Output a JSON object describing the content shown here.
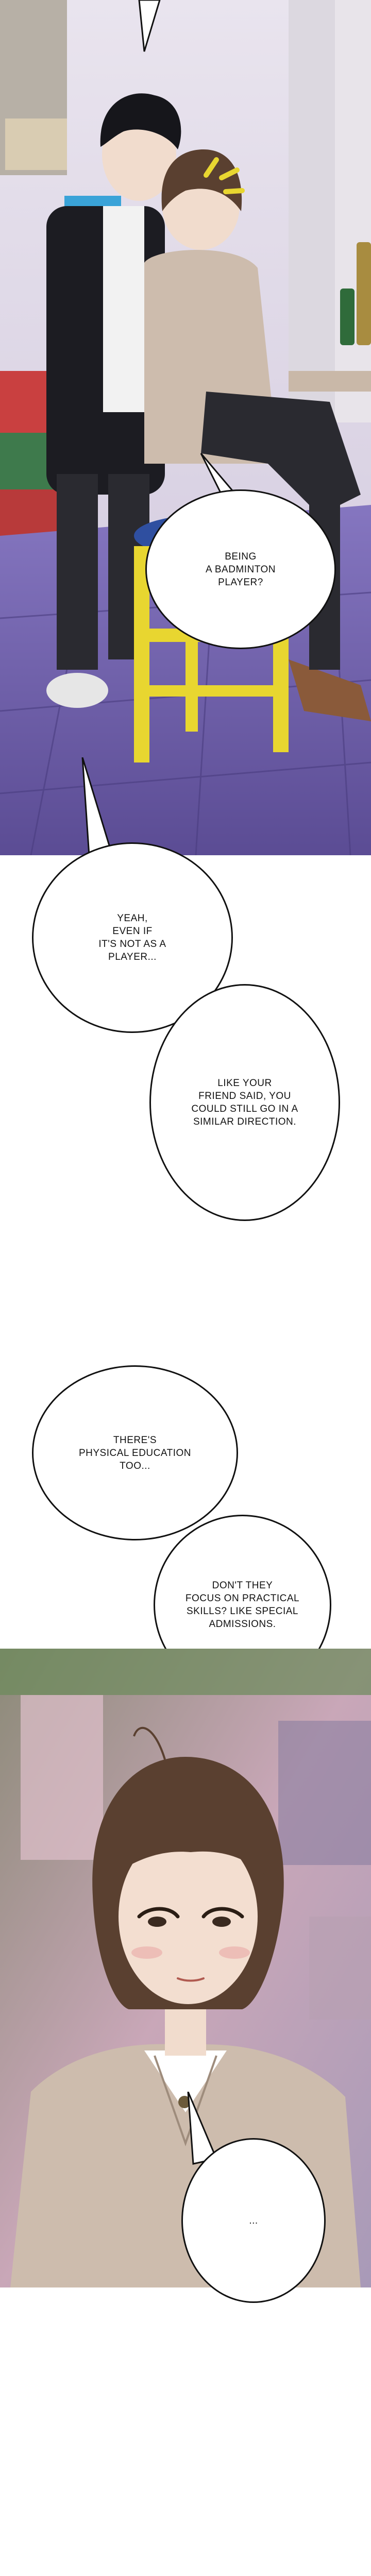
{
  "dialogue": {
    "panel1_bubble": "BEING\nA BADMINTON\nPLAYER?",
    "bubble2": "YEAH,\nEVEN IF\nIT'S NOT AS A\nPLAYER...",
    "bubble3": "LIKE YOUR\nFRIEND SAID, YOU\nCOULD STILL GO IN A\nSIMILAR DIRECTION.",
    "bubble4": "THERE'S\nPHYSICAL EDUCATION\nTOO...",
    "bubble5": "DON'T THEY\nFOCUS ON PRACTICAL\nSKILLS? LIKE SPECIAL\nADMISSIONS.",
    "bubble6": "..."
  },
  "colors": {
    "floor_purple": "#6e5aa8",
    "stool_yellow": "#e8d630",
    "jacket_black": "#1c1c22",
    "cardigan_beige": "#cdbcad",
    "hair_brown": "#5a4030",
    "bg_blur_pink": "#c9a7b8"
  }
}
